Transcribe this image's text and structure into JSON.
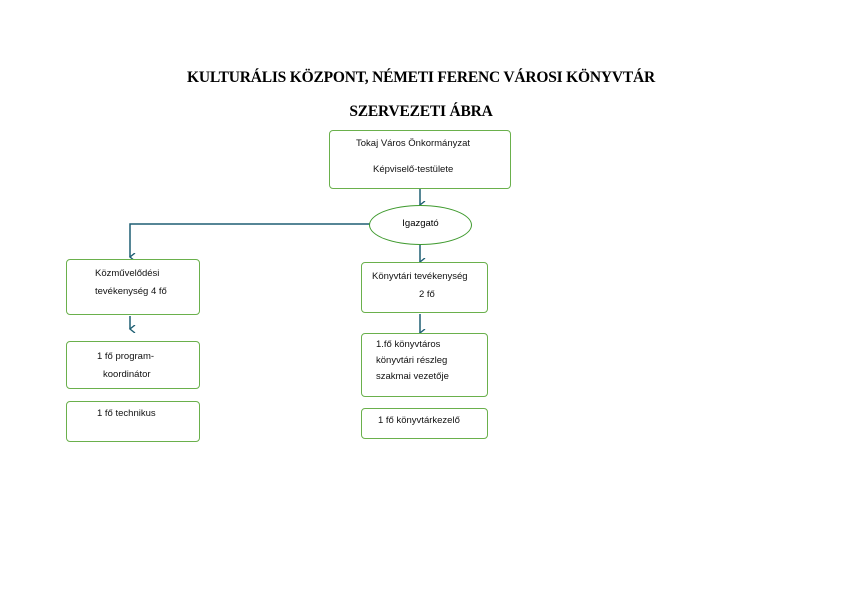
{
  "title": {
    "line1": "KULTURÁLIS KÖZPONT, NÉMETI FERENC VÁROSI KÖNYVTÁR",
    "line2": "SZERVEZETI ÁBRA"
  },
  "nodes": {
    "top": {
      "line1": "Tokaj Város Önkormányzat",
      "line2": "Képviselő-testülete"
    },
    "director": {
      "label": "Igazgató"
    },
    "culture": {
      "line1": "Közművelődési",
      "line2": "tevékenység 4 fő"
    },
    "program": {
      "line1": "1 fő program-",
      "line2": "koordinátor"
    },
    "technician": {
      "label": "1 fő technikus"
    },
    "library": {
      "line1": "Könyvtári tevékenység",
      "line2": "2 fő"
    },
    "head": {
      "line1": "1.fő könyvtáros",
      "line2": "könyvtári részleg",
      "line3": "szakmai vezetője"
    },
    "librarian": {
      "label": "1 fő könyvtárkezelő"
    }
  },
  "colors": {
    "border": "#6ab04c",
    "ellipse_border": "#3f9a2e",
    "connector": "#1f5f73"
  }
}
